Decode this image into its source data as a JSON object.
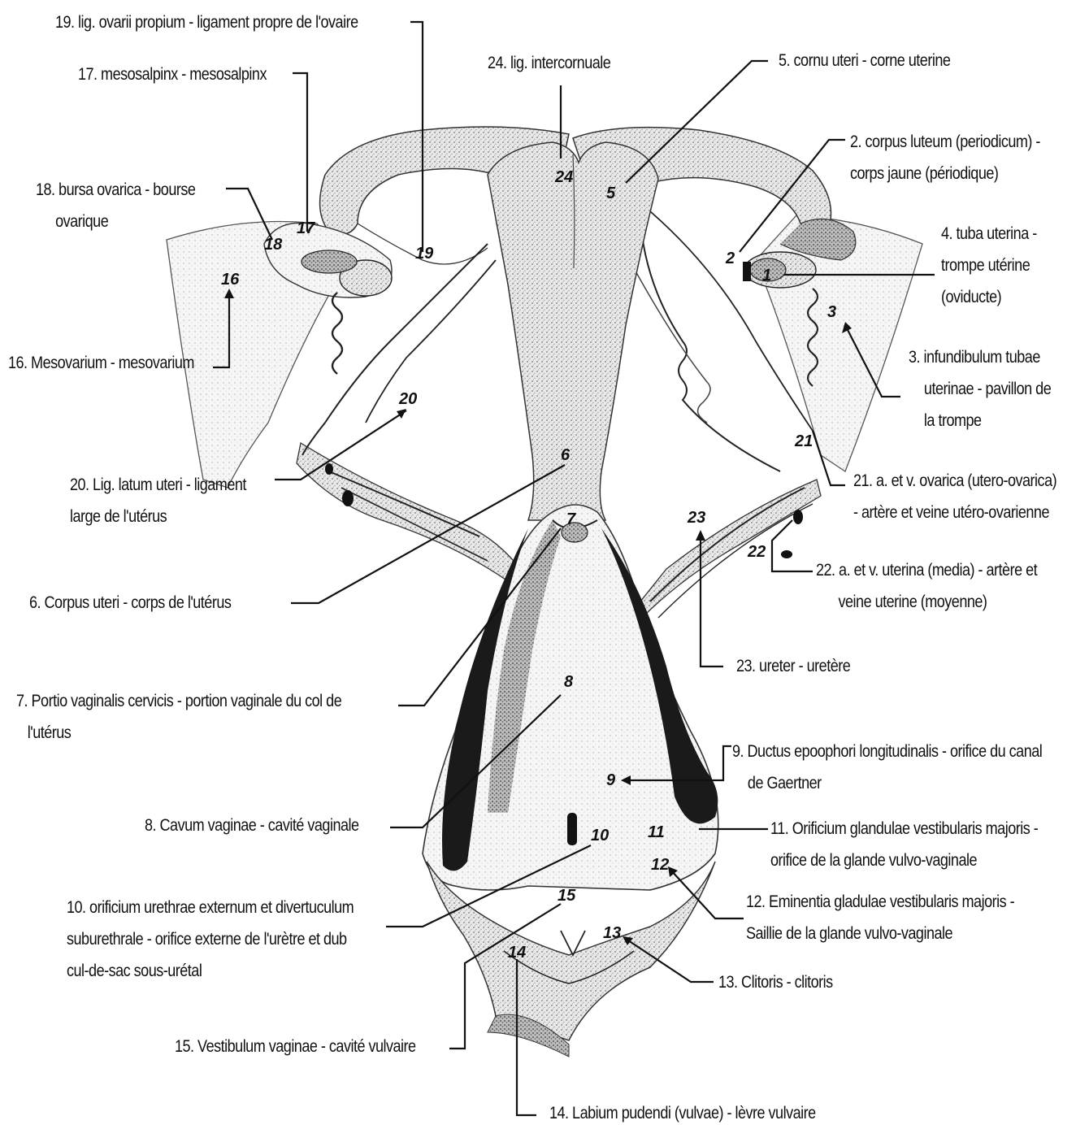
{
  "labels": {
    "l19": "19. lig. ovarii propium - ligament propre de l'ovaire",
    "l17": "17. mesosalpinx - mesosalpinx",
    "l24": "24. lig. intercornuale",
    "l5": "5. cornu uteri - corne uterine",
    "l2": [
      "2. corpus luteum (periodicum) -",
      "corps jaune (périodique)"
    ],
    "l18": [
      "18. bursa ovarica - bourse",
      "ovarique"
    ],
    "l4": [
      "4. tuba uterina -",
      "trompe utérine",
      "(oviducte)"
    ],
    "l16": "16. Mesovarium - mesovarium",
    "l3": [
      "3. infundibulum tubae",
      "uterinae - pavillon de",
      "la trompe"
    ],
    "l20": [
      "20. Lig. latum uteri - ligament",
      "large de l'utérus"
    ],
    "l21": [
      "21. a. et v. ovarica (utero-ovarica)",
      "- artère et veine utéro-ovarienne"
    ],
    "l22": [
      "22. a. et v. uterina (media) - artère et",
      "veine uterine (moyenne)"
    ],
    "l6": "6. Corpus uteri - corps de l'utérus",
    "l23": "23. ureter - uretère",
    "l7": [
      "7. Portio vaginalis cervicis - portion vaginale du col de",
      "l'utérus"
    ],
    "l9": [
      "9. Ductus epoophori longitudinalis - orifice du canal",
      "de Gaertner"
    ],
    "l8": "8. Cavum vaginae - cavité vaginale",
    "l11": [
      "11. Orificium glandulae vestibularis majoris -",
      "orifice de la glande vulvo-vaginale"
    ],
    "l10": [
      "10. orificium urethrae externum et divertuculum",
      "suburethrale - orifice externe de l'urètre et dub",
      "cul-de-sac sous-urétal"
    ],
    "l12": [
      "12. Eminentia gladulae vestibularis majoris -",
      "Saillie de la glande vulvo-vaginale"
    ],
    "l13": "13. Clitoris - clitoris",
    "l15": "15. Vestibulum vaginae - cavité vulvaire",
    "l14": "14. Labium pudendi (vulvae) - lèvre vulvaire"
  },
  "markers": {
    "m1": "1",
    "m2": "2",
    "m3": "3",
    "m5": "5",
    "m6": "6",
    "m7": "7",
    "m8": "8",
    "m9": "9",
    "m10": "10",
    "m11": "11",
    "m12": "12",
    "m13": "13",
    "m14": "14",
    "m15": "15",
    "m16": "16",
    "m17": "17",
    "m18": "18",
    "m19": "19",
    "m20": "20",
    "m21": "21",
    "m22": "22",
    "m23": "23",
    "m24": "24"
  }
}
